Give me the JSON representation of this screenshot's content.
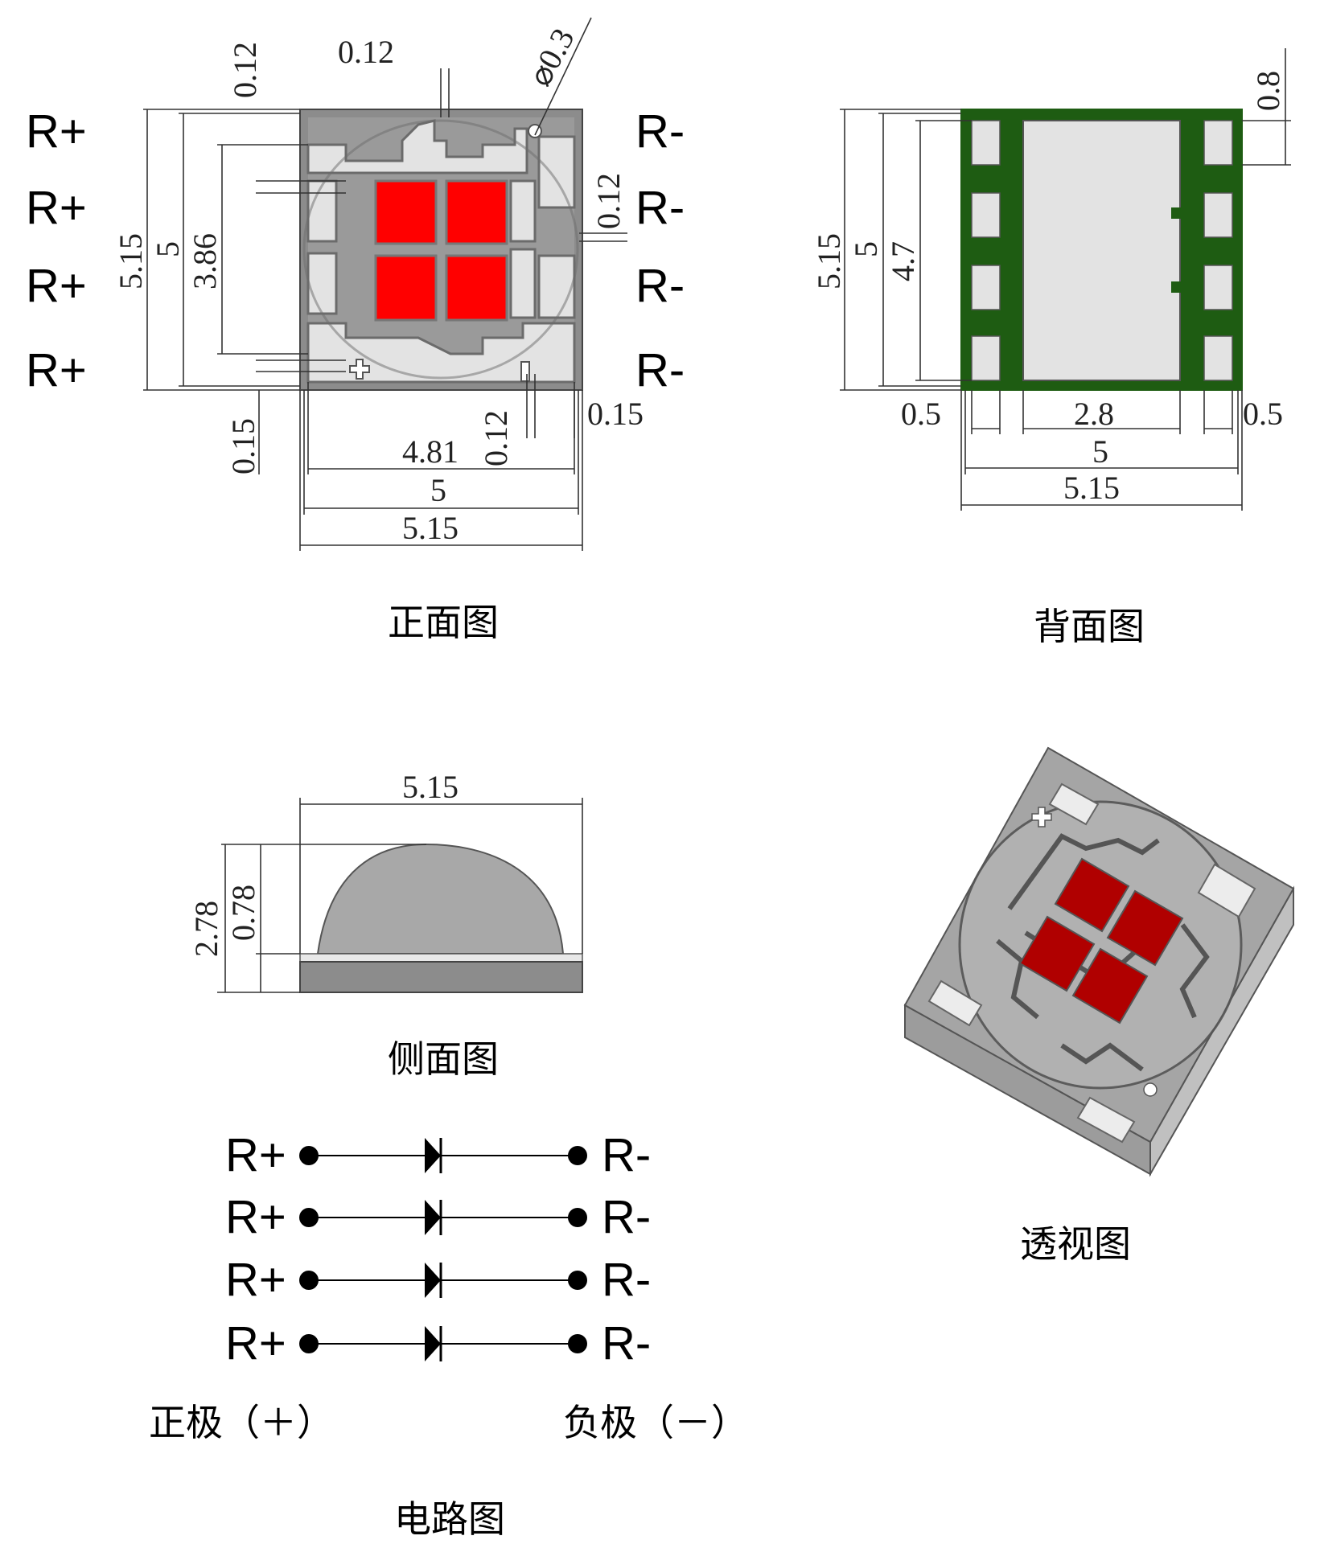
{
  "views": {
    "front": {
      "caption": "正面图",
      "left_pins": [
        "R+",
        "R+",
        "R+",
        "R+"
      ],
      "right_pins": [
        "R-",
        "R-",
        "R-",
        "R-"
      ],
      "dims": {
        "top_gap": "0.12",
        "top_trace": "0.12",
        "hole": "⌀0.3",
        "right_gap": "0.12",
        "outer_height": "5.15",
        "body_height": "5",
        "inner_height": "3.86",
        "bottom_left": "0.15",
        "bottom_mid": "0.12",
        "bottom_right": "0.15",
        "inner_width": "4.81",
        "body_width": "5",
        "outer_width": "5.15"
      },
      "chip_color": "#ff0000"
    },
    "back": {
      "caption": "背面图",
      "dims": {
        "tab": "0.8",
        "outer_height": "5.15",
        "body_height": "5",
        "pad_height": "4.7",
        "left_pad": "0.5",
        "center_pad": "2.8",
        "right_pad": "0.5",
        "body_width": "5",
        "outer_width": "5.15"
      },
      "board_color": "#1e5c12"
    },
    "side": {
      "caption": "侧面图",
      "dims": {
        "width": "5.15",
        "total_height": "2.78",
        "base_height": "0.78"
      }
    },
    "perspective": {
      "caption": "透视图",
      "chip_color": "#b00000"
    },
    "circuit": {
      "caption": "电路图",
      "rows": [
        {
          "anode": "R+",
          "cathode": "R-"
        },
        {
          "anode": "R+",
          "cathode": "R-"
        },
        {
          "anode": "R+",
          "cathode": "R-"
        },
        {
          "anode": "R+",
          "cathode": "R-"
        }
      ],
      "positive_label": "正极（＋）",
      "negative_label": "负极（－）"
    }
  }
}
